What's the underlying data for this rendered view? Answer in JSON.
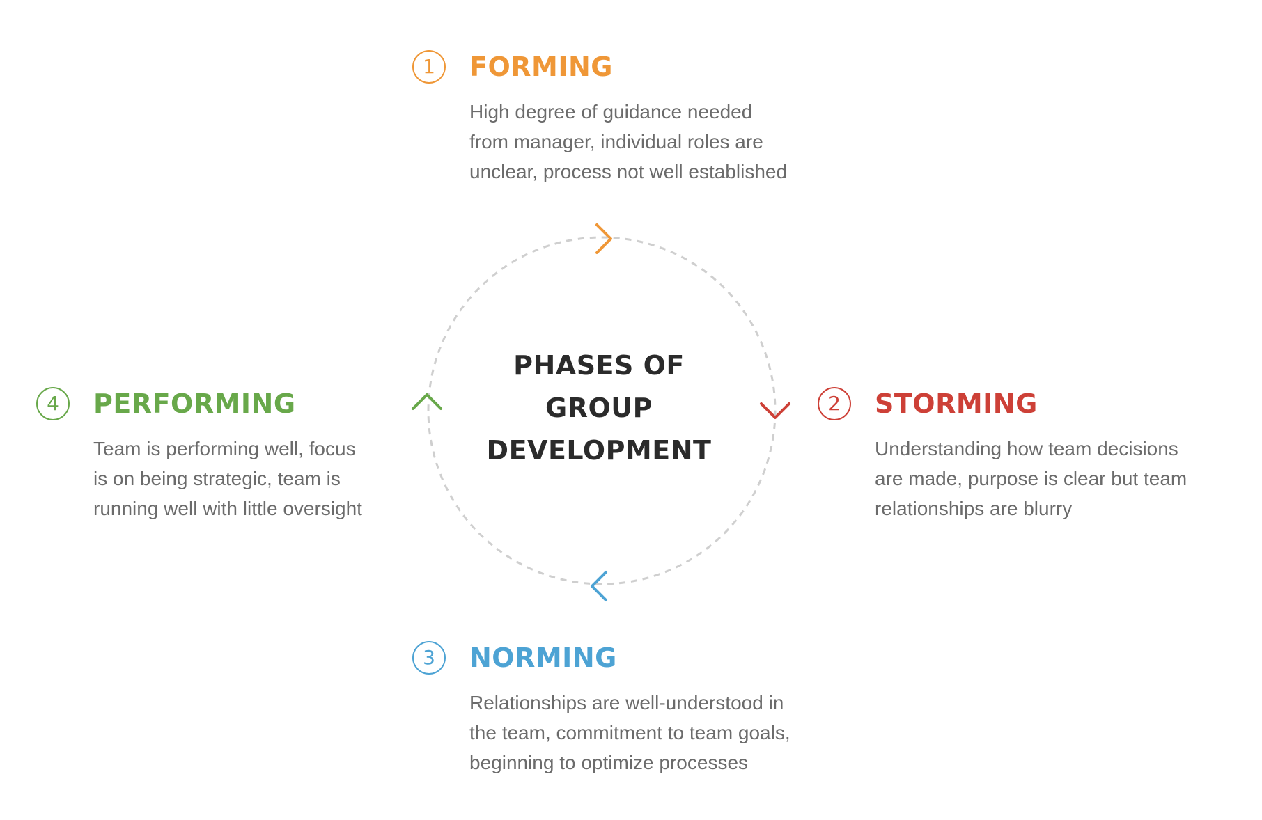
{
  "center_title": [
    "PHASES OF",
    "GROUP",
    "DEVELOPMENT"
  ],
  "colors": {
    "forming": "#ef9737",
    "storming": "#cd4037",
    "norming": "#4da3d4",
    "performing": "#68a84a",
    "circle": "#cfcfcf",
    "title": "#2b2b2b",
    "description": "#6b6b6b"
  },
  "phases": [
    {
      "number": "1",
      "name": "FORMING",
      "description_lines": [
        "High degree of guidance needed",
        "from manager, individual roles are",
        "unclear, process not well established"
      ],
      "arrow_icon": "chevron-right-icon"
    },
    {
      "number": "2",
      "name": "STORMING",
      "description_lines": [
        "Understanding how team decisions",
        "are made, purpose is clear but team",
        "relationships are blurry"
      ],
      "arrow_icon": "chevron-down-icon"
    },
    {
      "number": "3",
      "name": "NORMING",
      "description_lines": [
        "Relationships are well-understood in",
        "the team, commitment to team goals,",
        "beginning to optimize processes"
      ],
      "arrow_icon": "chevron-left-icon"
    },
    {
      "number": "4",
      "name": "PERFORMING",
      "description_lines": [
        "Team is performing well, focus",
        "is on being strategic, team is",
        "running well with little oversight"
      ],
      "arrow_icon": "chevron-up-icon"
    }
  ]
}
